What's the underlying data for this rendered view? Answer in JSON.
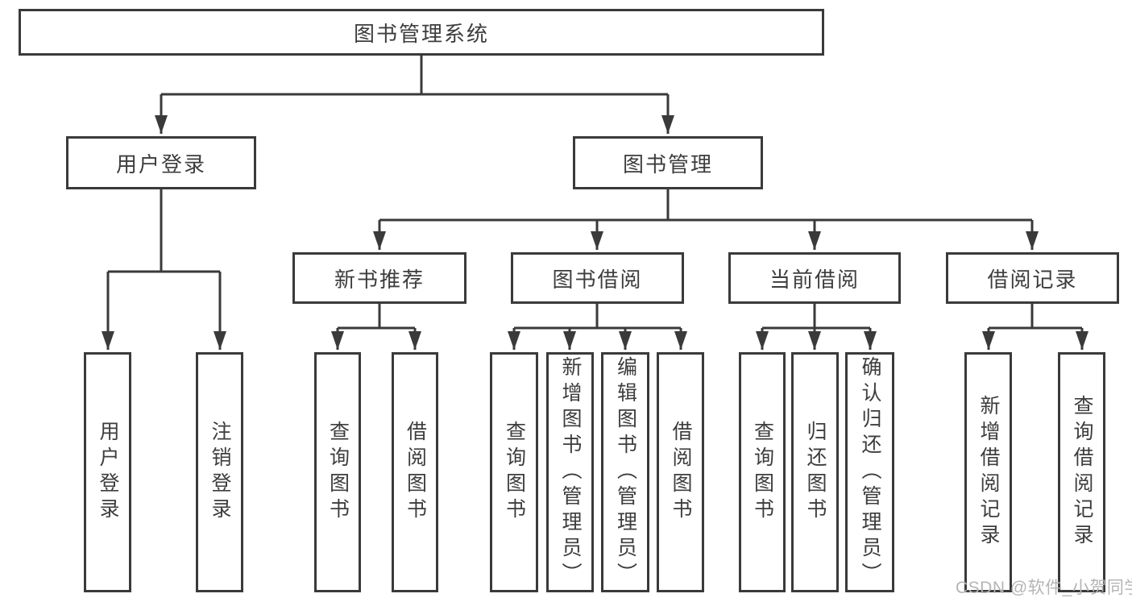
{
  "diagram": {
    "root": {
      "label": "图书管理系统"
    },
    "level2": [
      {
        "label": "用户登录"
      },
      {
        "label": "图书管理"
      }
    ],
    "level3": [
      {
        "label": "新书推荐"
      },
      {
        "label": "图书借阅"
      },
      {
        "label": "当前借阅"
      },
      {
        "label": "借阅记录"
      }
    ],
    "leaves": [
      {
        "label": "用户登录",
        "parent": "用户登录"
      },
      {
        "label": "注销登录",
        "parent": "用户登录"
      },
      {
        "label": "查询图书",
        "parent": "新书推荐"
      },
      {
        "label": "借阅图书",
        "parent": "新书推荐"
      },
      {
        "label": "查询图书",
        "parent": "图书借阅"
      },
      {
        "label": "新增图书（管理员）",
        "parent": "图书借阅"
      },
      {
        "label": "编辑图书（管理员）",
        "parent": "图书借阅"
      },
      {
        "label": "借阅图书",
        "parent": "图书借阅"
      },
      {
        "label": "查询图书",
        "parent": "当前借阅"
      },
      {
        "label": "归还图书",
        "parent": "当前借阅"
      },
      {
        "label": "确认归还（管理员）",
        "parent": "当前借阅"
      },
      {
        "label": "新增借阅记录",
        "parent": "借阅记录"
      },
      {
        "label": "查询借阅记录",
        "parent": "借阅记录"
      }
    ],
    "watermark": "CSDN @软件_小贺同学",
    "colors": {
      "line": "#3a3a3a",
      "text": "#3d3d3d",
      "box_fill": "#ffffff",
      "watermark": "#b5b5b5",
      "background": "#ffffff"
    }
  }
}
